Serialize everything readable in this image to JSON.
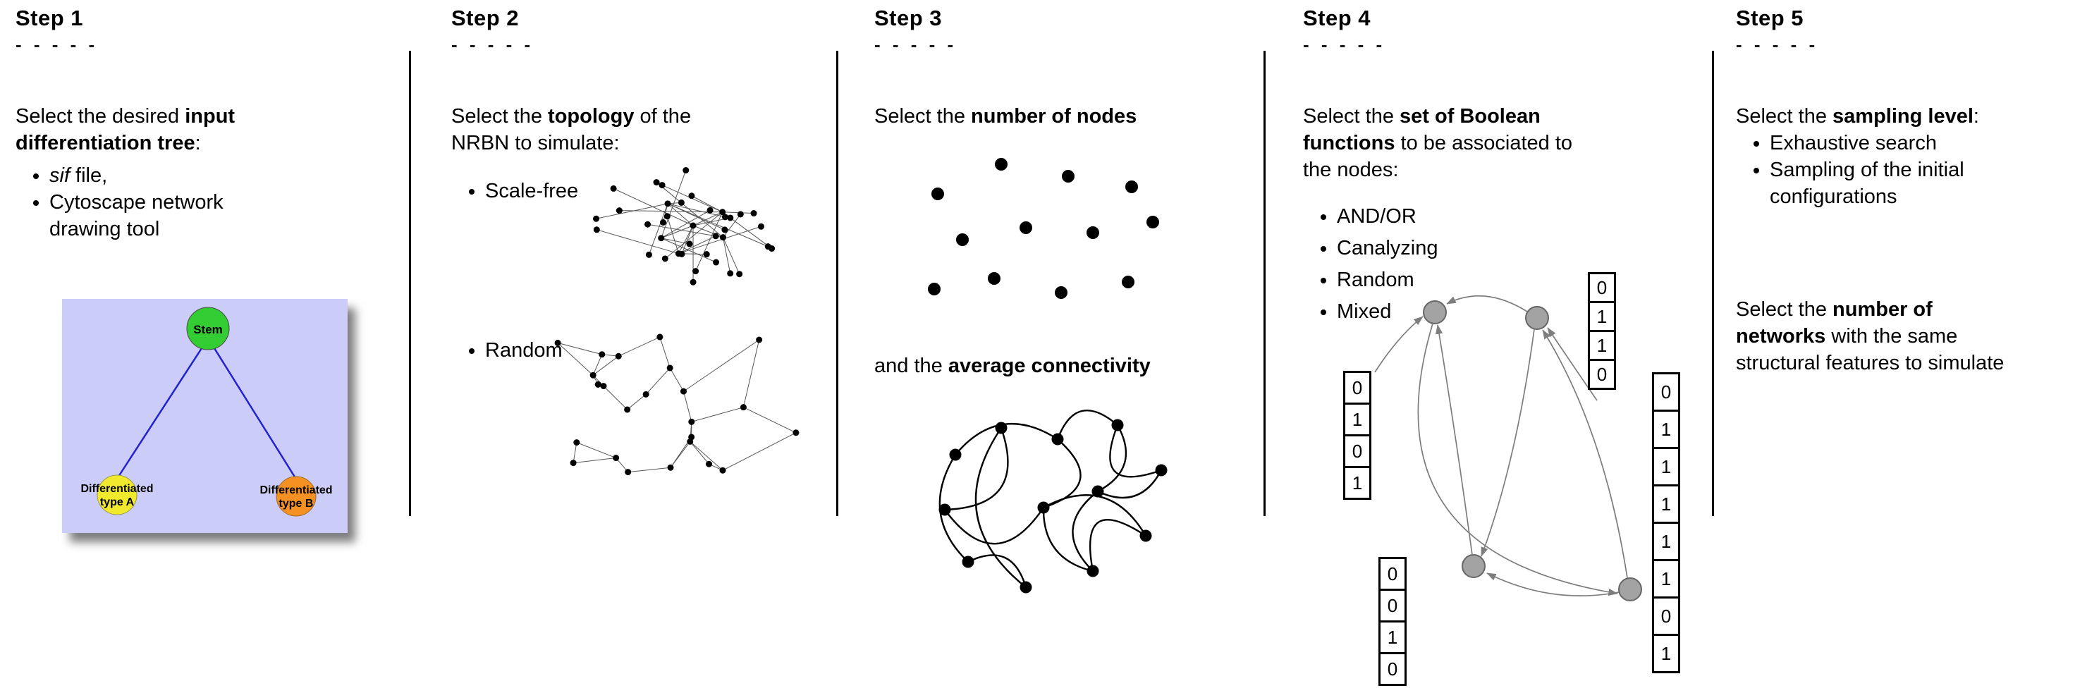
{
  "steps": [
    {
      "heading": "Step 1",
      "dashes": "- - - - -",
      "para": [
        "Select the desired ",
        "input",
        "differentiation tree",
        ":"
      ],
      "bullets": [
        [
          "sif",
          " file,"
        ],
        [
          "Cytoscape network",
          "drawing tool"
        ]
      ],
      "tree": {
        "stem_label": "Stem",
        "type_a_line1": "Differentiated",
        "type_a_line2": "type A",
        "type_b_line1": "Differentiated",
        "type_b_line2": "type B",
        "background": "#ccccf8",
        "stem_color": "#33cc33",
        "type_a_color": "#f0e92d",
        "type_b_color": "#f59122",
        "edge_color": "#2222cc"
      }
    },
    {
      "heading": "Step 2",
      "dashes": "- - - - -",
      "para": [
        "Select the ",
        "topology",
        " of the",
        "NRBN to simulate:"
      ],
      "bullets": [
        "Scale-free",
        "Random"
      ]
    },
    {
      "heading": "Step 3",
      "dashes": "- - - - -",
      "para1": [
        "Select the ",
        "number of nodes"
      ],
      "para2": [
        "and the ",
        "average connectivity"
      ]
    },
    {
      "heading": "Step 4",
      "dashes": "- - - - -",
      "para": [
        "Select the ",
        "set of Boolean",
        "functions",
        " to be associated to",
        "the nodes:"
      ],
      "bullets": [
        "AND/OR",
        "Canalyzing",
        "Random",
        "Mixed"
      ],
      "vectors": {
        "left": [
          "0",
          "1",
          "0",
          "1"
        ],
        "top": [
          "0",
          "1",
          "1",
          "0"
        ],
        "bottom_left": [
          "0",
          "0",
          "1",
          "0"
        ],
        "right": [
          "0",
          "1",
          "1",
          "1",
          "1",
          "1",
          "0",
          "1"
        ]
      }
    },
    {
      "heading": "Step 5",
      "dashes": "- - - - -",
      "para1": [
        "Select the ",
        "sampling level",
        ":"
      ],
      "bullets": [
        [
          "Exhaustive search"
        ],
        [
          "Sampling of the initial",
          "configurations"
        ]
      ],
      "para2": [
        "Select the ",
        "number of",
        "networks",
        " with the same",
        "structural features to simulate"
      ]
    }
  ]
}
